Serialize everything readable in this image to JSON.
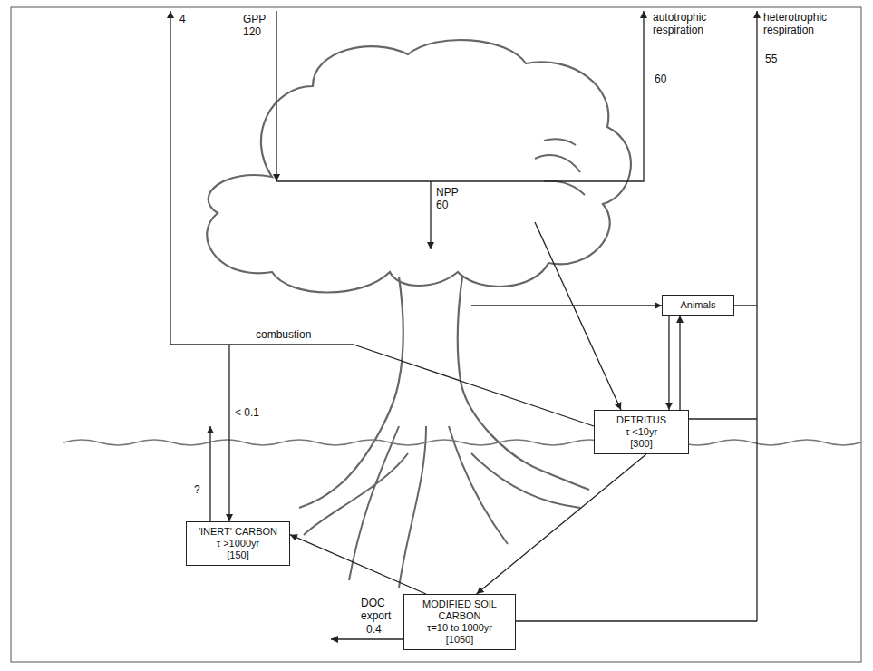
{
  "diagram": {
    "nodes": [
      {
        "text": [
          "Animals"
        ]
      },
      {
        "text": [
          "DETRITUS",
          "τ <10yr",
          "[300]"
        ]
      },
      {
        "text": [
          "'INERT' CARBON",
          "τ >1000yr",
          "[150]"
        ]
      },
      {
        "text": [
          "MODIFIED SOIL CARBON",
          "τ=10 to 1000yr",
          "[1050]"
        ]
      }
    ],
    "edges": [
      {
        "from": 0,
        "to": 1,
        "arrow": "to"
      },
      {
        "from": 1,
        "to": 0,
        "arrow": "to"
      },
      {
        "from": 1,
        "to": 3,
        "arrow": "to"
      },
      {
        "from": 3,
        "to": 2,
        "arrow": "to"
      }
    ],
    "labels": [
      "4",
      "GPP",
      "120",
      "autotrophic respiration",
      "60",
      "heterotrophic respiration",
      "55",
      "NPP",
      "60",
      "combustion",
      "< 0.1",
      "?",
      "DOC export",
      "0.4"
    ]
  }
}
